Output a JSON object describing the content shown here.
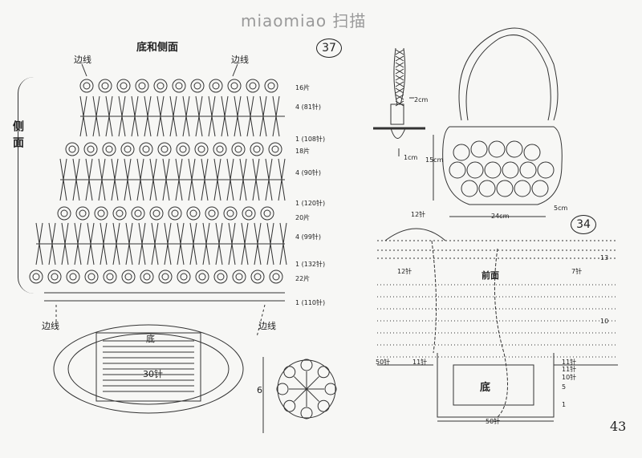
{
  "watermark": "miaomiao 扫描",
  "page_number": "43",
  "left": {
    "title": "底和侧面",
    "pattern_number": "37",
    "side_label": "侧面",
    "edge_label": "边线",
    "bottom_label": "底",
    "bottom_count": "30针",
    "height_label": "6",
    "row_labels": [
      "16片",
      "4 (81针)",
      "1 (108针)",
      "18片",
      "4 (90针)",
      "1 (120针)",
      "20片",
      "4 (99针)",
      "1 (132针)",
      "22片",
      "1 (110针)"
    ]
  },
  "right": {
    "pattern_number": "34",
    "strap_width": "2cm",
    "strap_bottom": "1cm",
    "bag_height": "15cm",
    "bag_width": "24cm",
    "corner": "5cm",
    "handle_count": "12针",
    "left_count": "12针",
    "right_count": "7针",
    "front_label": "前面",
    "bottom_label": "底",
    "side_left": "50针",
    "side_left2": "11针",
    "side_right": "11针",
    "bottom_count": "50针",
    "row_labels_right": [
      "13",
      "10",
      "5",
      "1",
      "11针",
      "10针"
    ]
  }
}
